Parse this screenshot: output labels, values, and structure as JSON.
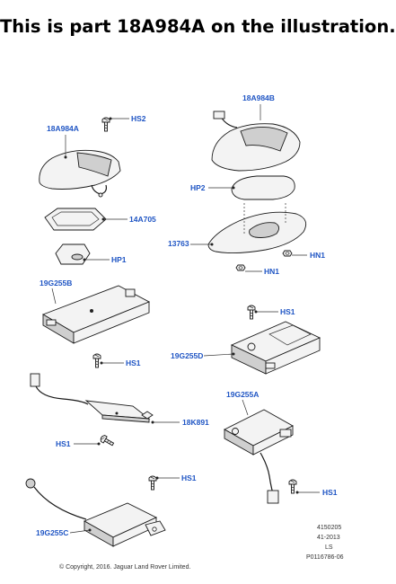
{
  "page": {
    "heading": "This is part 18A984A on the illustration."
  },
  "diagram": {
    "callouts": {
      "hs2": "HS2",
      "a18984a": "18A984A",
      "a18984b": "18A984B",
      "a14a705": "14A705",
      "hp1": "HP1",
      "hp2": "HP2",
      "p13763": "13763",
      "hn1_right": "HN1",
      "hn1_bottom": "HN1",
      "g255b": "19G255B",
      "hs1_a": "HS1",
      "hs1_b": "HS1",
      "g255d": "19G255D",
      "g255a": "19G255A",
      "k891": "18K891",
      "hs1_c": "HS1",
      "hs1_d": "HS1",
      "hs1_e": "HS1",
      "g255c": "19G255C"
    },
    "meta_lines": [
      "4150205",
      "41-2013",
      "LS",
      "P0116786-06"
    ],
    "copyright": "© Copyright, 2016. Jaguar Land Rover Limited."
  }
}
